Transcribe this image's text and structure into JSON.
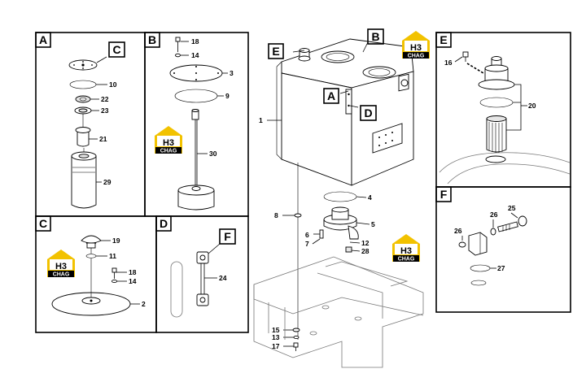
{
  "panels": [
    {
      "id": "A",
      "parts": [
        "10",
        "22",
        "23",
        "21",
        "29"
      ],
      "callout": "C"
    },
    {
      "id": "B",
      "parts": [
        "18",
        "14",
        "3",
        "9",
        "30"
      ]
    },
    {
      "id": "C",
      "parts": [
        "19",
        "11",
        "18",
        "14",
        "2"
      ]
    },
    {
      "id": "D",
      "parts": [
        "24"
      ],
      "callout": "F"
    },
    {
      "id": "E",
      "parts": [
        "16",
        "20"
      ]
    },
    {
      "id": "F",
      "parts": [
        "25",
        "26",
        "26",
        "27"
      ]
    }
  ],
  "main_view": {
    "callouts": [
      "E",
      "B",
      "A",
      "D"
    ],
    "parts": [
      "1",
      "4",
      "5",
      "8",
      "6",
      "7",
      "12",
      "28",
      "15",
      "13",
      "17"
    ]
  },
  "logo": {
    "top": "H3",
    "bottom": "CHAG"
  },
  "colors": {
    "logo_yellow": "#f2c200",
    "logo_black": "#000000",
    "line": "#000000"
  }
}
